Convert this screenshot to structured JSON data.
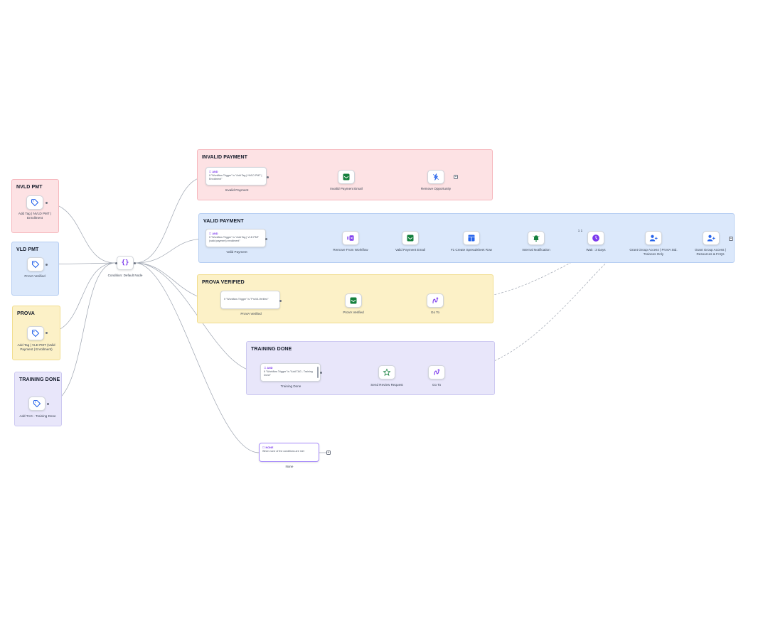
{
  "groups": {
    "nvld_pmt": {
      "title": "NVLD PMT"
    },
    "vld_pmt": {
      "title": "VLD PMT"
    },
    "prova": {
      "title": "PROVA"
    },
    "training_done": {
      "title": "TRAINING DONE"
    },
    "invalid_payment": {
      "title": "INVALID PAYMENT"
    },
    "valid_payment": {
      "title": "VALID PAYMENT"
    },
    "prova_verified": {
      "title": "PROVA VERIFIED"
    },
    "training_done_branch": {
      "title": "TRAINING DONE"
    }
  },
  "triggers": {
    "nvld": {
      "label": "Add Tag | NVLD PMT | Enrollment",
      "icon": "tag-icon"
    },
    "vld": {
      "label": "ProVA Verified",
      "icon": "tag-icon"
    },
    "prova": {
      "label": "Add Tag | VLD PMT (Valid Payment | Enrollment)",
      "icon": "tag-icon"
    },
    "training": {
      "label": "Add TAG - Training Done",
      "icon": "tag-icon"
    }
  },
  "condition": {
    "label": "Condition: Default Node",
    "icon": "braces-icon",
    "symbol": "{}"
  },
  "branches": {
    "invalid": {
      "tag": "☐ AND",
      "text": "If \"Workflow Trigger\" is \"Add Tag | NVLD PMT | Enrollment\"",
      "label": "Invalid Payment",
      "steps": [
        {
          "label": "Invalid Payment Email",
          "icon": "email-icon"
        },
        {
          "label": "Remove Opportunity",
          "icon": "remove-opportunity-icon"
        }
      ]
    },
    "valid": {
      "tag": "☐ AND",
      "text": "If \"Workflow Trigger\" is \"Add Tag | VLD PMT (valid payment) enrollment\"",
      "label": "Valid Payment",
      "steps": [
        {
          "label": "Remove From Workflow",
          "icon": "remove-workflow-icon"
        },
        {
          "label": "Valid Payment Email",
          "icon": "email-icon"
        },
        {
          "label": "#1 Create Spreadsheet Row",
          "icon": "spreadsheet-icon"
        },
        {
          "label": "Internal Notification",
          "icon": "bell-icon"
        },
        {
          "label": "Wait : 3 Days",
          "icon": "clock-icon"
        },
        {
          "label": "Grant Group Access | ProVA Std. Trainees Only",
          "icon": "add-user-icon"
        },
        {
          "label": "Grant Group Access | Resources & FAQs",
          "icon": "add-user-icon"
        }
      ],
      "counter": "1  1"
    },
    "prova": {
      "tag": "",
      "text": "If \"Workflow Trigger\" is \"ProVA Verified\"",
      "label": "ProVA Verified",
      "steps": [
        {
          "label": "ProVA Verified",
          "icon": "email-icon"
        },
        {
          "label": "Go To",
          "icon": "goto-icon"
        }
      ]
    },
    "training": {
      "tag": "☐ AND",
      "text": "If \"Workflow Trigger\" is \"Add TAG - Training Done\"",
      "label": "Training Done",
      "steps": [
        {
          "label": "Send Review Request",
          "icon": "star-icon"
        },
        {
          "label": "Go To",
          "icon": "goto-icon"
        }
      ]
    },
    "none": {
      "tag": "☐ NONE",
      "text": "When none of the conditions are met",
      "label": "None"
    }
  },
  "colors": {
    "email": "#15803d",
    "blue": "#2563eb",
    "purple": "#7c3aed",
    "amber": "#f59e0b"
  }
}
